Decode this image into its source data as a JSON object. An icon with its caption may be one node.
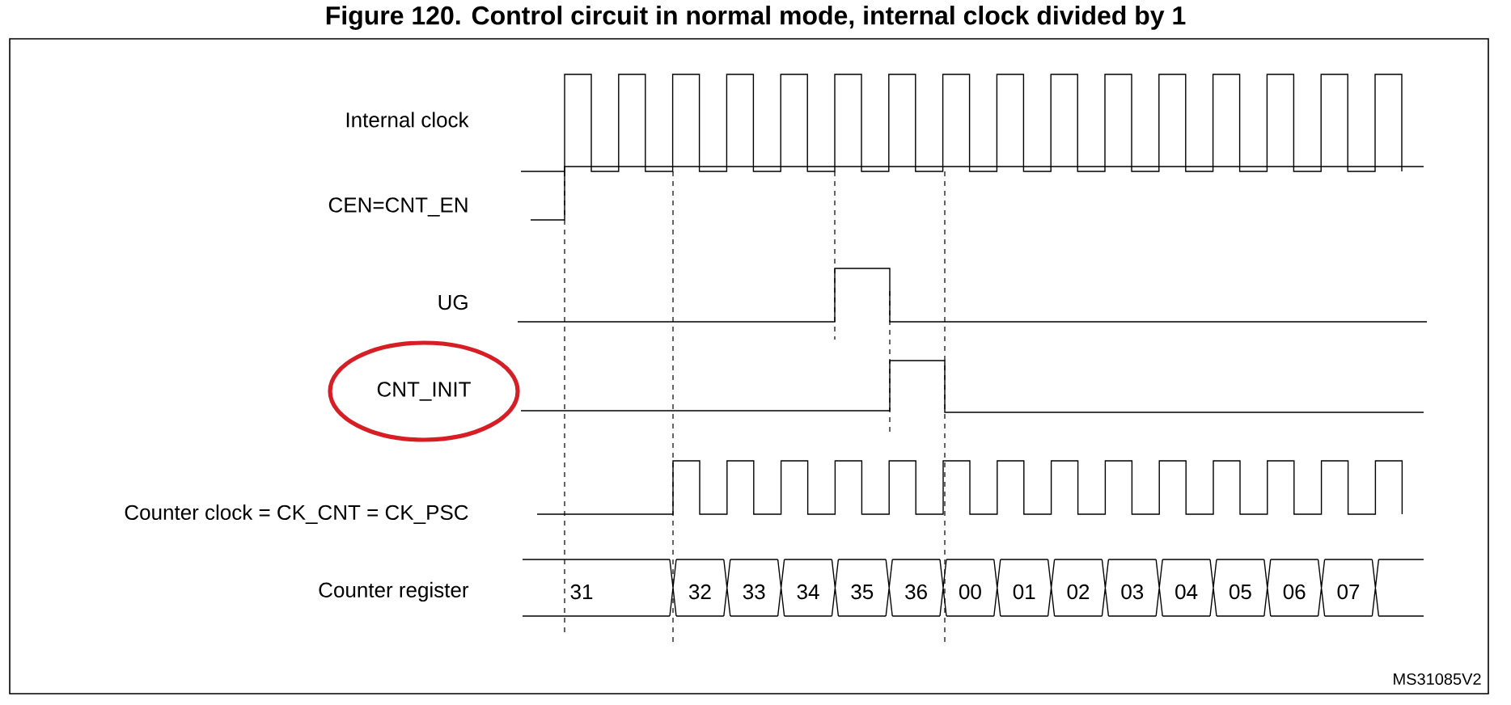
{
  "diagram": {
    "title": "Figure 120. Control circuit in normal mode, internal clock divided by 1",
    "nodes": [
      {
        "text": [
          "CNT_INIT"
        ]
      }
    ],
    "labels": [
      "Internal clock",
      "CEN=CNT_EN",
      "UG",
      "Counter clock = CK_CNT = CK_PSC",
      "Counter register",
      "31",
      "32",
      "33",
      "34",
      "35",
      "36",
      "00",
      "01",
      "02",
      "03",
      "04",
      "05",
      "06",
      "07",
      "MS31085V2"
    ]
  }
}
